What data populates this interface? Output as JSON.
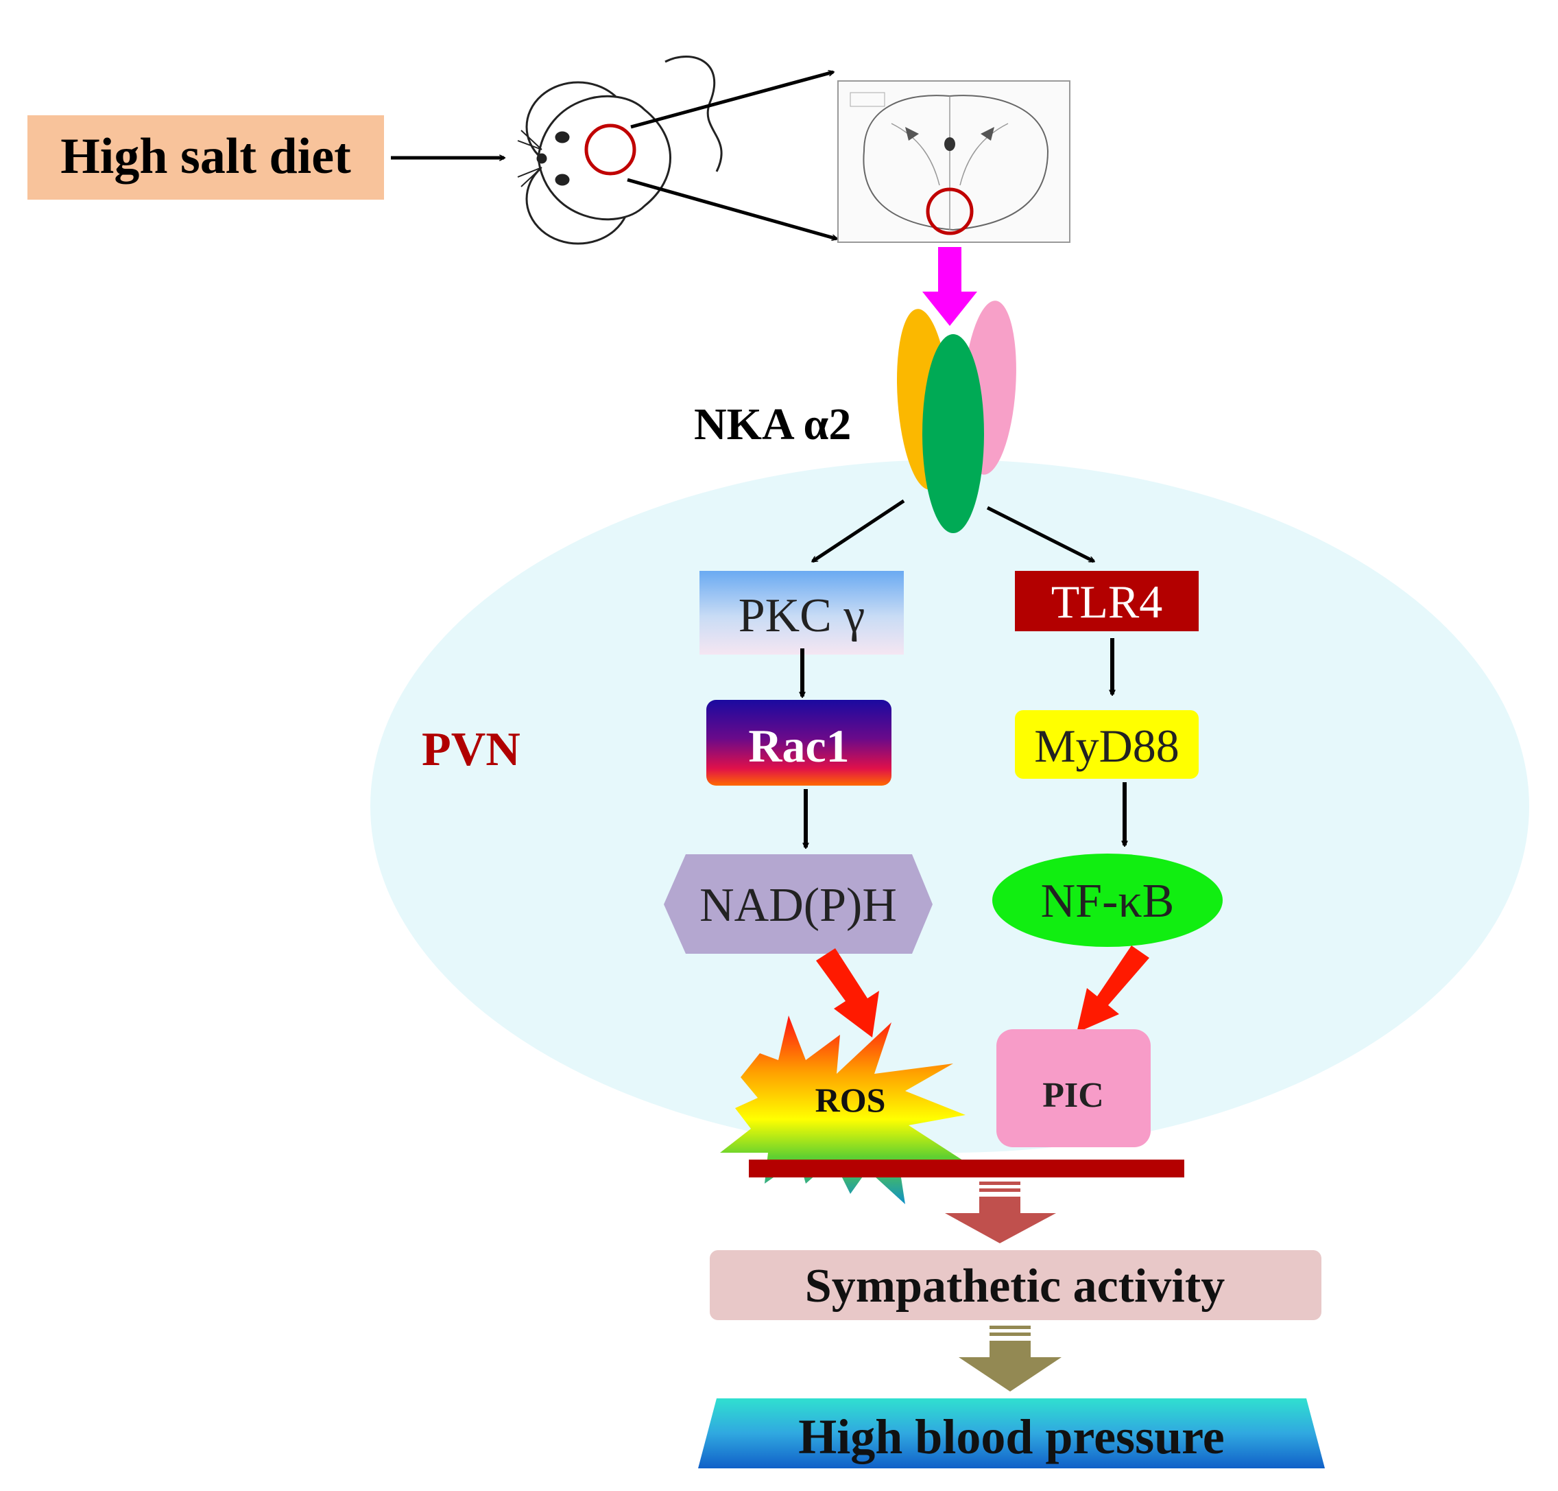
{
  "labels": {
    "high_salt_diet": "High salt diet",
    "nka": "NKA α2",
    "pvn": "PVN",
    "pkc": "PKC γ",
    "tlr4": "TLR4",
    "rac1": "Rac1",
    "myd88": "MyD88",
    "nadph": "NAD(P)H",
    "nfkb": "NF-κB",
    "ros": "ROS",
    "pic": "PIC",
    "sympathetic": "Sympathetic activity",
    "hbp": "High blood pressure"
  },
  "colors": {
    "salt_box": "#f8c39b",
    "pvn_region": "#e6f8fb",
    "pvn_text": "#b00000",
    "tlr4": "#b30000",
    "myd88": "#ffff00",
    "nadph": "#b4a7d0",
    "nfkb": "#11ee11",
    "pic": "#f79cc8",
    "magenta_arrow": "#ff00ff",
    "red_arrow": "#ff1a00",
    "bar": "#b40000",
    "sympathetic_box": "#e8c8c8",
    "brown_arrow": "#c0504d",
    "olive_arrow": "#938953"
  }
}
